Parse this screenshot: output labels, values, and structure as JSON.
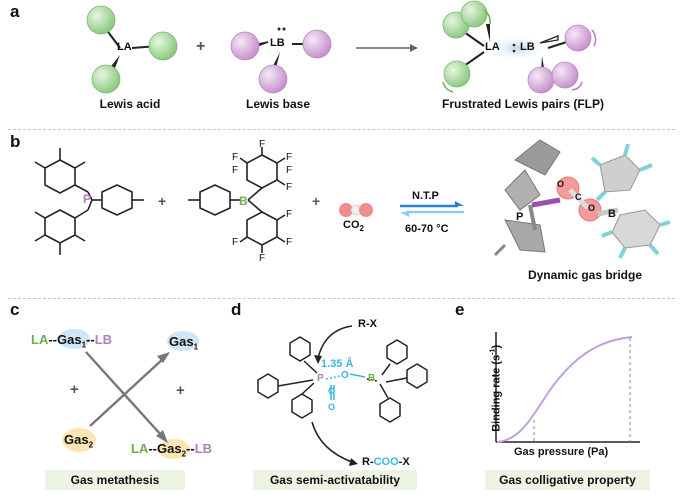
{
  "panel_a": {
    "label": "a",
    "la": "LA",
    "lb": "LB",
    "plus": "+",
    "captions": [
      "Lewis acid",
      "Lewis base",
      "Frustrated Lewis pairs (FLP)"
    ]
  },
  "panel_b": {
    "label": "b",
    "p": "P",
    "b": "B",
    "f": "F",
    "plus": "+",
    "co2": "CO",
    "co2_sub": "2",
    "ntp": "N.T.P",
    "temp": "60-70 °C",
    "c": "C",
    "o": "O",
    "caption": "Dynamic gas bridge"
  },
  "panel_c": {
    "label": "c",
    "la": "LA",
    "lb": "LB",
    "gas": "Gas",
    "sub1": "1",
    "sub2": "2",
    "dashes": "--",
    "plus": "+",
    "box": "Gas metathesis"
  },
  "panel_d": {
    "label": "d",
    "rx": "R-X",
    "bond": "1.35 Å",
    "product_prefix": "R-",
    "product_coo": "COO",
    "product_suffix": "-X",
    "p": "P",
    "b": "B",
    "c": "C",
    "o": "O",
    "box": "Gas semi-activatability"
  },
  "panel_e": {
    "label": "e",
    "ylabel": "Binding rate (s",
    "ylabel_sup": "-1",
    "ylabel_end": ")",
    "xlabel": "Gas pressure (Pa)",
    "box": "Gas colligative property"
  },
  "colors": {
    "la_green": "#6ab04c",
    "lb_purple": "#b57cc0",
    "cyan": "#3ab6e0",
    "sphere_green": "#a8dba0",
    "sphere_purple": "#dcb6e0",
    "gas_blue": "#cfe6f7",
    "gas_yellow": "#f9e6b4",
    "box_green": "#eef4e3",
    "curve": "#c3a0d9"
  }
}
